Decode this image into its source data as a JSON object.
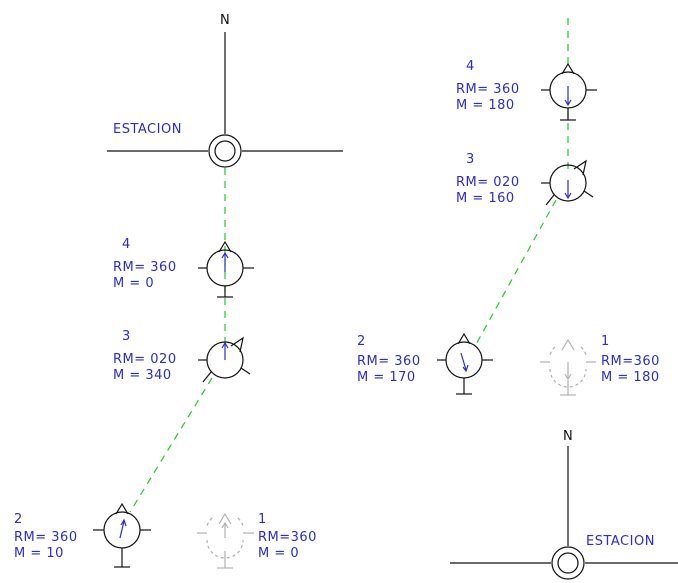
{
  "left_diagram": {
    "north_label": "N",
    "station_label": "ESTACION",
    "nodes": [
      {
        "number": "4",
        "rm": "RM= 360",
        "m": "M  = 0"
      },
      {
        "number": "3",
        "rm": "RM= 020",
        "m": "M  = 340"
      },
      {
        "number": "2",
        "rm": "RM= 360",
        "m": "M  = 10"
      },
      {
        "number": "1",
        "rm": "RM=360",
        "m": "M  = 0"
      }
    ]
  },
  "right_diagram": {
    "north_label": "N",
    "station_label": "ESTACION",
    "nodes": [
      {
        "number": "4",
        "rm": "RM= 360",
        "m": "M  = 180"
      },
      {
        "number": "3",
        "rm": "RM= 020",
        "m": "M  = 160"
      },
      {
        "number": "2",
        "rm": "RM= 360",
        "m": "M  = 170"
      },
      {
        "number": "1",
        "rm": "RM=360",
        "m": "M  = 180"
      }
    ]
  },
  "colors": {
    "label": "#2b2bd0",
    "guide": "#22cc22",
    "inactive": "#b0b0b0",
    "line": "#111111"
  }
}
